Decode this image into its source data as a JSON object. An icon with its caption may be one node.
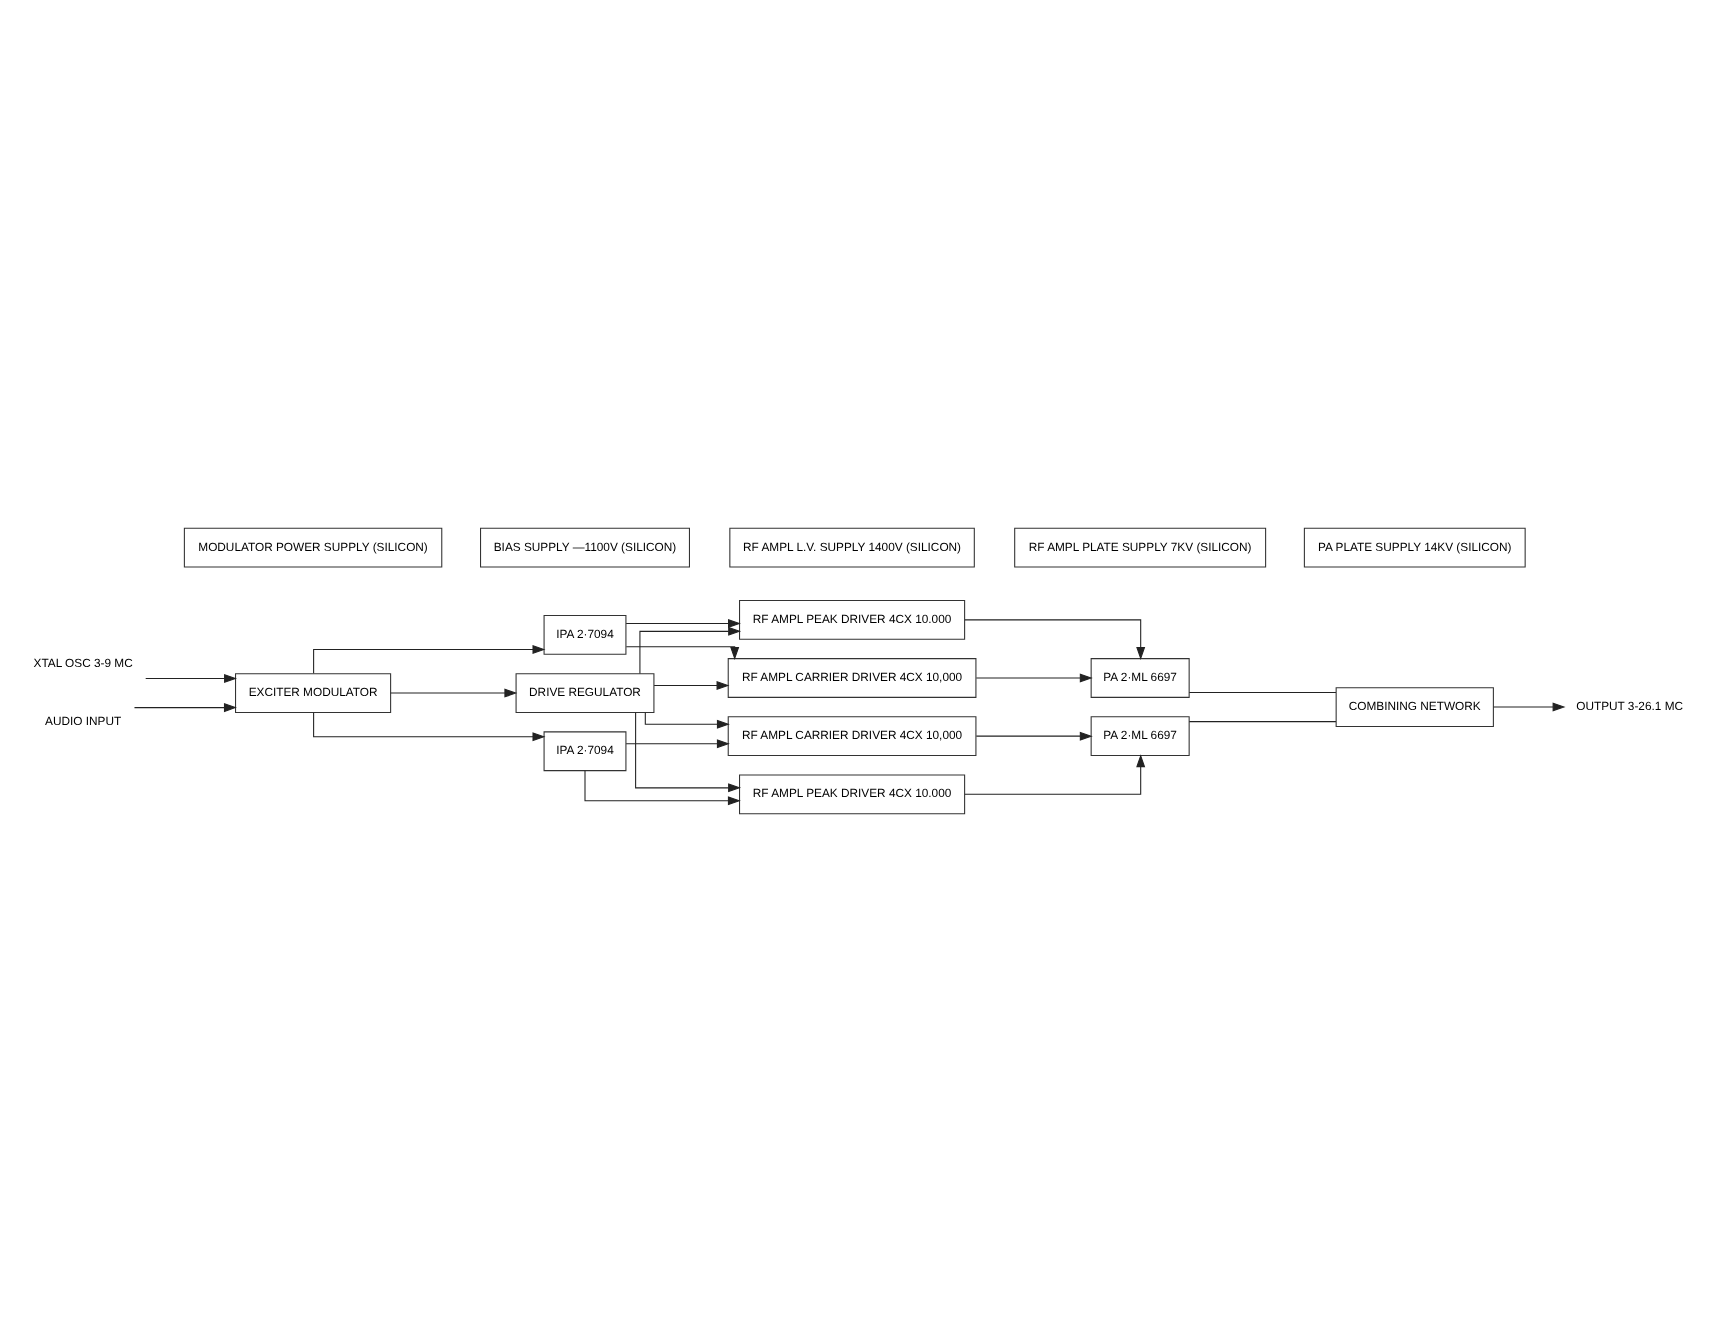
{
  "diagram": {
    "nodes": [
      {
        "text": [
          "XTAL OSC 3-9 MC"
        ]
      },
      {
        "text": [
          "EXCITER MODULATOR"
        ]
      },
      {
        "text": [
          "AUDIO INPUT"
        ]
      },
      {
        "text": [
          "IPA 2·7094"
        ]
      },
      {
        "text": [
          "IPA 2·7094"
        ]
      },
      {
        "text": [
          "DRIVE REGULATOR"
        ]
      },
      {
        "text": [
          "RF AMPL PEAK DRIVER 4CX 10.000"
        ]
      },
      {
        "text": [
          "RF AMPL CARRIER DRIVER 4CX 10,000"
        ]
      },
      {
        "text": [
          "RF AMPL CARRIER DRIVER 4CX 10,000"
        ]
      },
      {
        "text": [
          "RF AMPL PEAK DRIVER 4CX 10.000"
        ]
      },
      {
        "text": [
          "PA 2·ML 6697"
        ]
      },
      {
        "text": [
          "PA 2·ML 6697"
        ]
      },
      {
        "text": [
          "COMBINING NETWORK"
        ]
      },
      {
        "text": [
          "OUTPUT 3-26.1 MC"
        ]
      },
      {
        "text": [
          "MODULATOR POWER SUPPLY (SILICON)"
        ]
      },
      {
        "text": [
          "BIAS SUPPLY —1100V (SILICON)"
        ]
      },
      {
        "text": [
          "RF AMPL L.V. SUPPLY 1400V (SILICON)"
        ]
      },
      {
        "text": [
          "RF AMPL PLATE SUPPLY 7KV (SILICON)"
        ]
      },
      {
        "text": [
          "PA PLATE SUPPLY 14KV (SILICON)"
        ]
      }
    ],
    "edges": [
      {
        "from": 0,
        "to": 1,
        "arrow": "to"
      },
      {
        "from": 2,
        "to": 1,
        "arrow": "to"
      },
      {
        "from": 1,
        "to": 3,
        "arrow": "to"
      },
      {
        "from": 1,
        "to": 5,
        "arrow": "to"
      },
      {
        "from": 1,
        "to": 4,
        "arrow": "to"
      },
      {
        "from": 3,
        "to": 6,
        "arrow": "to"
      },
      {
        "from": 3,
        "to": 7,
        "arrow": "to"
      },
      {
        "from": 5,
        "to": 6,
        "arrow": "to"
      },
      {
        "from": 5,
        "to": 7,
        "arrow": "to"
      },
      {
        "from": 5,
        "to": 8,
        "arrow": "to"
      },
      {
        "from": 5,
        "to": 9,
        "arrow": "to"
      },
      {
        "from": 4,
        "to": 8,
        "arrow": "to"
      },
      {
        "from": 4,
        "to": 9,
        "arrow": "to"
      },
      {
        "from": 6,
        "to": 10,
        "arrow": "to"
      },
      {
        "from": 7,
        "to": 10,
        "arrow": "to"
      },
      {
        "from": 8,
        "to": 11,
        "arrow": "to"
      },
      {
        "from": 9,
        "to": 11,
        "arrow": "to"
      },
      {
        "from": 10,
        "to": 12,
        "arrow": "none"
      },
      {
        "from": 11,
        "to": 12,
        "arrow": "none"
      },
      {
        "from": 12,
        "to": 13,
        "arrow": "to"
      }
    ]
  }
}
